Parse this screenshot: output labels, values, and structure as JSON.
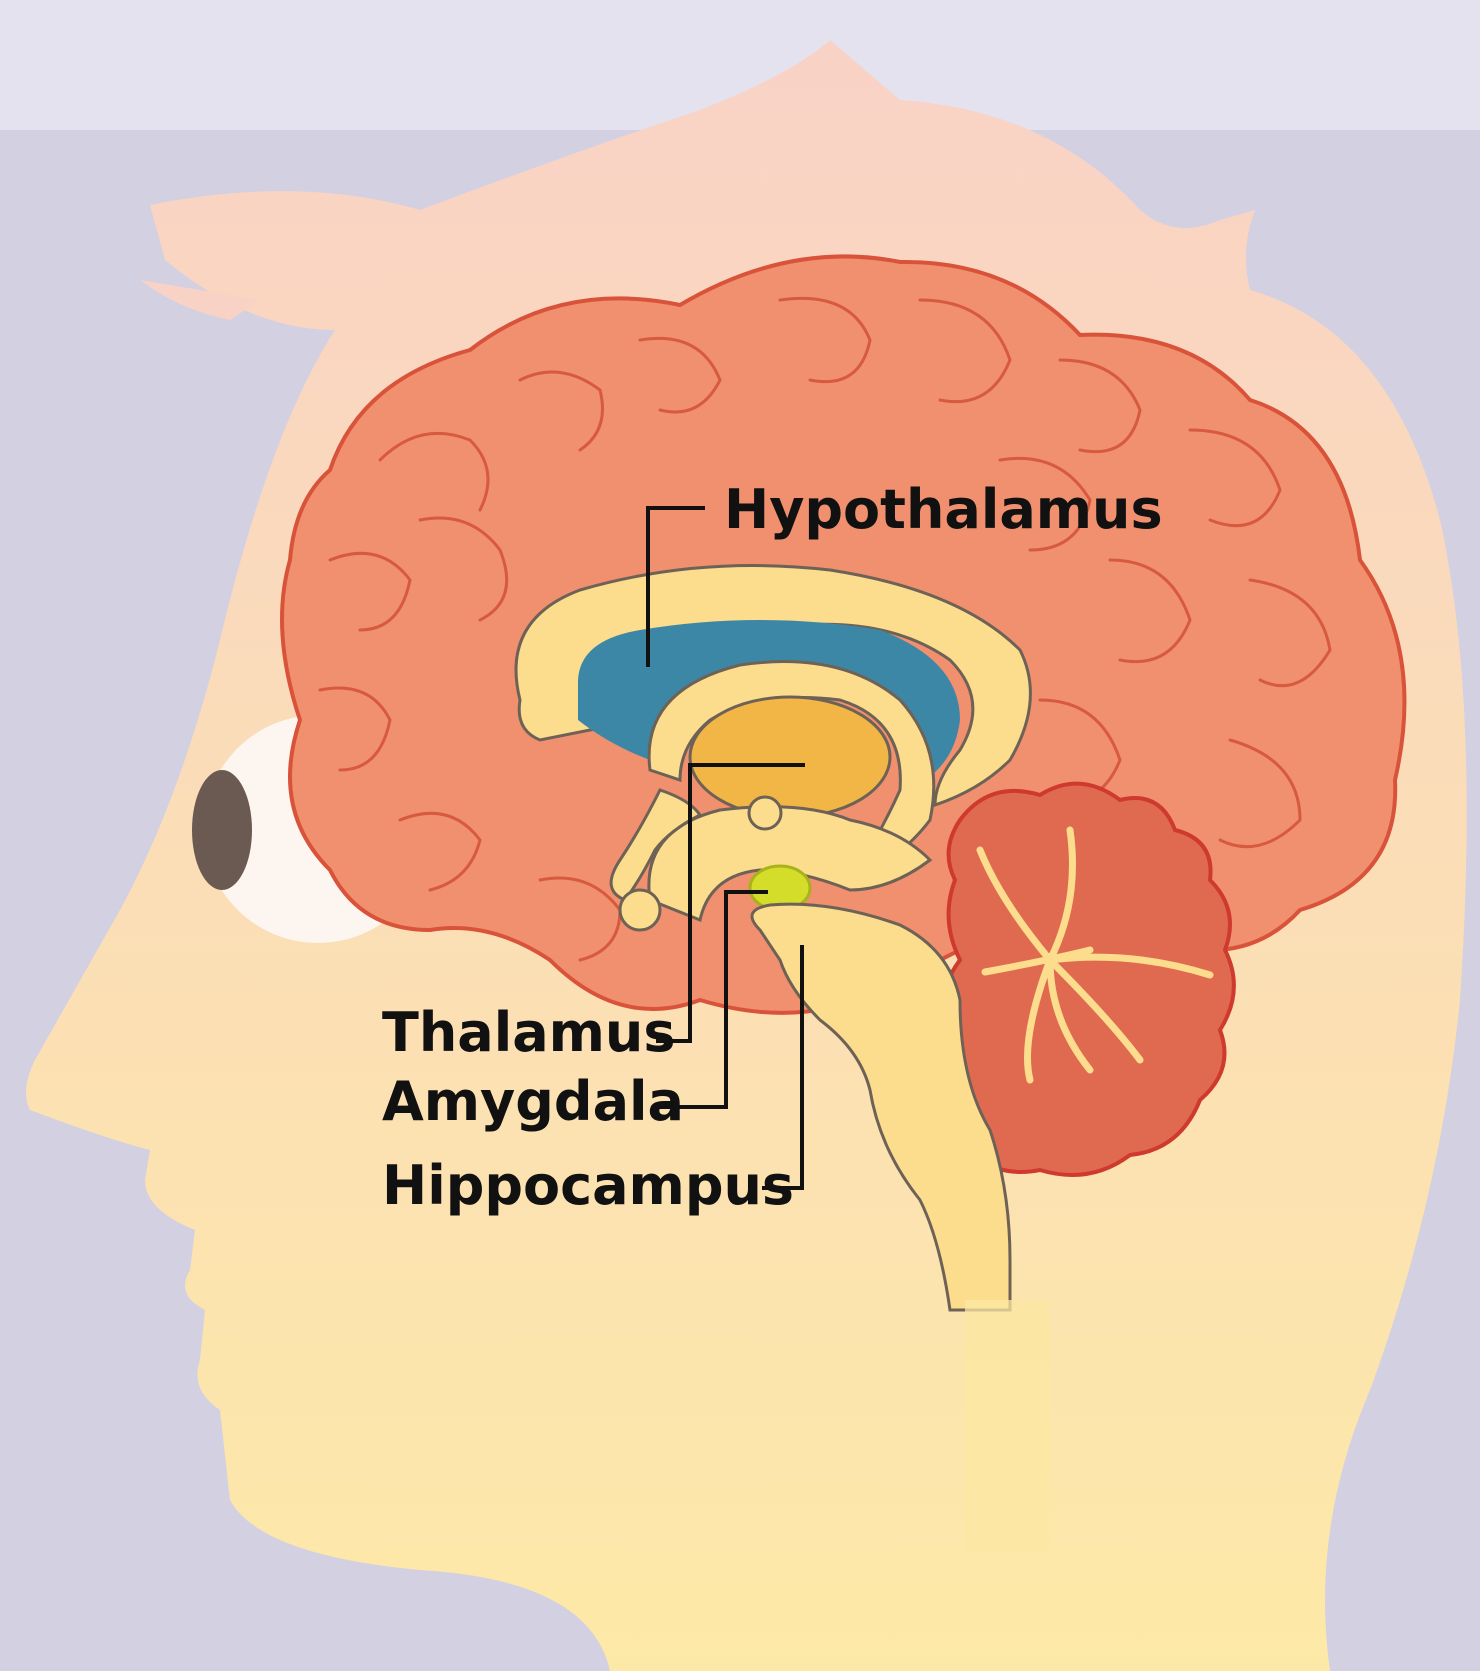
{
  "diagram": {
    "labels": {
      "hypothalamus": "Hypothalamus",
      "thalamus": "Thalamus",
      "amygdala": "Amygdala",
      "hippocampus": "Hippocampus"
    },
    "colors": {
      "background_top": "#e4e2ee",
      "background": "#d3d0e2",
      "head_top": "#f9d2c6",
      "head_bottom": "#fde9a7",
      "brain": "#f0906e",
      "brain_outline": "#d9533a",
      "ventricle": "#3d87a6",
      "thalamus": "#f2b646",
      "amygdala": "#d4dd2a",
      "limbic": "#fcdd8e",
      "cerebellum": "#e06a50",
      "eye_white": "#fdf7f5",
      "pupil": "#6a5a52",
      "label_text": "#111111"
    }
  }
}
